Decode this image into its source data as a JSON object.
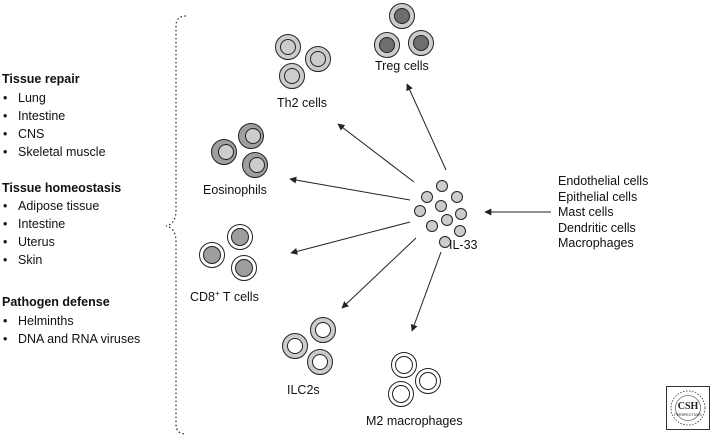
{
  "left_groups": [
    {
      "title": "Tissue repair",
      "items": [
        "Lung",
        "Intestine",
        "CNS",
        "Skeletal muscle"
      ]
    },
    {
      "title": "Tissue homeostasis",
      "items": [
        "Adipose tissue",
        "Intestine",
        "Uterus",
        "Skin"
      ]
    },
    {
      "title": "Pathogen defense",
      "items": [
        "Helminths",
        "DNA and RNA viruses"
      ]
    }
  ],
  "center": {
    "label": "IL-33"
  },
  "targets": {
    "treg": "Treg cells",
    "th2": "Th2 cells",
    "eosinophils": "Eosinophils",
    "cd8_main": "CD8",
    "cd8_sup": "+",
    "cd8_rest": " T cells",
    "ilc2": "ILC2s",
    "m2": "M2 macrophages"
  },
  "sources": [
    "Endothelial cells",
    "Epithelial cells",
    "Mast cells",
    "Dendritic cells",
    "Macrophages"
  ],
  "logo": {
    "text": "CSH",
    "subtext": "PERSPECTIVES"
  },
  "colors": {
    "outline": "#222222",
    "light_gray": "#cccccc",
    "mid_gray": "#9e9e9e",
    "dark_gray": "#6e6e6e",
    "white": "#ffffff"
  }
}
